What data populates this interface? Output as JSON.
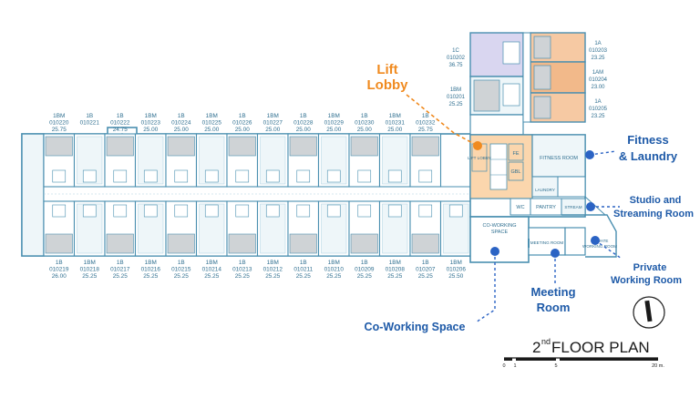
{
  "units_top": [
    {
      "type": "1BM",
      "code": "010220",
      "area": "25.75"
    },
    {
      "type": "1B",
      "code": "010221",
      "area": ""
    },
    {
      "type": "1B",
      "code": "010222",
      "area": "24.75"
    },
    {
      "type": "1BM",
      "code": "010223",
      "area": "25.00"
    },
    {
      "type": "1B",
      "code": "010224",
      "area": "25.00"
    },
    {
      "type": "1BM",
      "code": "010225",
      "area": "25.00"
    },
    {
      "type": "1B",
      "code": "010226",
      "area": "25.00"
    },
    {
      "type": "1BM",
      "code": "010227",
      "area": "25.00"
    },
    {
      "type": "1B",
      "code": "010228",
      "area": "25.00"
    },
    {
      "type": "1BM",
      "code": "010229",
      "area": "25.00"
    },
    {
      "type": "1B",
      "code": "010230",
      "area": "25.00"
    },
    {
      "type": "1BM",
      "code": "010231",
      "area": "25.00"
    },
    {
      "type": "1B",
      "code": "010232",
      "area": "25.75"
    }
  ],
  "units_bottom": [
    {
      "type": "1B",
      "code": "010219",
      "area": "26.00"
    },
    {
      "type": "1BM",
      "code": "010218",
      "area": "25.25"
    },
    {
      "type": "1B",
      "code": "010217",
      "area": "25.25"
    },
    {
      "type": "1BM",
      "code": "010216",
      "area": "25.25"
    },
    {
      "type": "1B",
      "code": "010215",
      "area": "25.25"
    },
    {
      "type": "1BM",
      "code": "010214",
      "area": "25.25"
    },
    {
      "type": "1B",
      "code": "010213",
      "area": "25.25"
    },
    {
      "type": "1BM",
      "code": "010212",
      "area": "25.25"
    },
    {
      "type": "1B",
      "code": "010211",
      "area": "25.25"
    },
    {
      "type": "1BM",
      "code": "010210",
      "area": "25.25"
    },
    {
      "type": "1B",
      "code": "010209",
      "area": "25.25"
    },
    {
      "type": "1BM",
      "code": "010208",
      "area": "25.25"
    },
    {
      "type": "1B",
      "code": "010207",
      "area": "25.25"
    },
    {
      "type": "1BM",
      "code": "010206",
      "area": "25.50"
    }
  ],
  "units_wing": [
    {
      "type": "1C",
      "code": "010202",
      "area": "36.75"
    },
    {
      "type": "1BM",
      "code": "010201",
      "area": "25.25"
    }
  ],
  "units_right": [
    {
      "type": "1A",
      "code": "010203",
      "area": "23.25"
    },
    {
      "type": "1AM",
      "code": "010204",
      "area": "23.00"
    },
    {
      "type": "1A",
      "code": "010205",
      "area": "23.25"
    }
  ],
  "rooms": {
    "lift_lobby_small": "LIFT LOBBY",
    "fire_exit": "FE",
    "gbl": "GBL",
    "fitness_room": "FITNESS ROOM",
    "laundry": "LAUNDRY",
    "wc": "WC",
    "pantry": "PANTRY",
    "co_working_line1": "CO-WORKING",
    "co_working_line2": "SPACE",
    "meeting_room": "MEETING ROOM",
    "private_line1": "PRIVATE",
    "private_line2": "WORKING ROOM",
    "streaming": "STREAM"
  },
  "callouts": {
    "lift_line1": "Lift",
    "lift_line2": "Lobby",
    "fitness_line1": "Fitness",
    "fitness_line2": "& Laundry",
    "studio_line1": "Studio and",
    "studio_line2": "Streaming Room",
    "private_line1": "Private",
    "private_line2": "Working Room",
    "meeting_line1": "Meeting",
    "meeting_line2": "Room",
    "coworking": "Co-Working Space"
  },
  "title": {
    "sup": "nd",
    "rest": " FLOOR PLAN",
    "number": "2"
  },
  "scale": [
    "0",
    "1",
    "5",
    "20 m."
  ],
  "colors": {
    "line": "#4a8fb0",
    "room_fill": "#eef6f9",
    "unit_gray": "#cfd3d6",
    "lobby_fill": "#fbd6ad",
    "orange": "#f08a1f",
    "callout_blue": "#1e5aa8",
    "dot_blue": "#2b63c4",
    "purple": "#d9d6f0",
    "peach": "#f6c9a3"
  }
}
